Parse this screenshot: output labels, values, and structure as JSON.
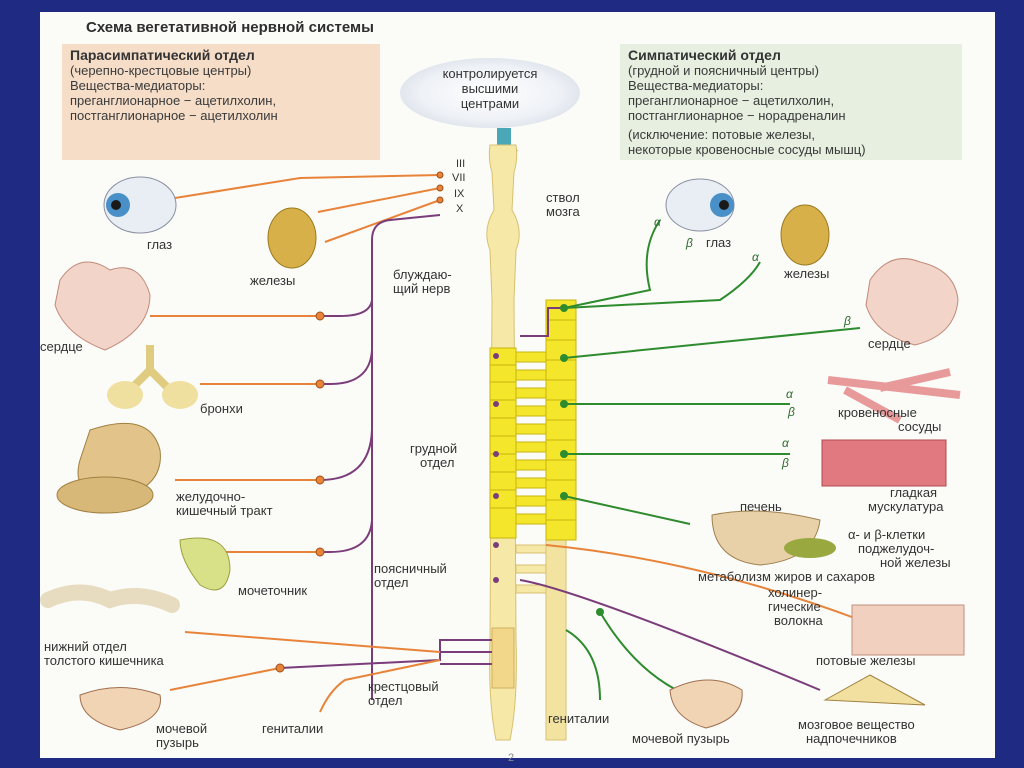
{
  "title": "Схема вегетативной нервной системы",
  "parasympathetic": {
    "heading": "Парасимпатический отдел",
    "centers": "(черепно-крестцовые центры)",
    "mediators_label": "Вещества-медиаторы:",
    "pre": "преганглионарное − ацетилхолин,",
    "post": "постганглионарное − ацетилхолин"
  },
  "sympathetic": {
    "heading": "Симпатический отдел",
    "centers": "(грудной и поясничный центры)",
    "mediators_label": "Вещества-медиаторы:",
    "pre": "преганглионарное − ацетилхолин,",
    "post": "постганглионарное − норадреналин",
    "exception1": "(исключение: потовые железы,",
    "exception2": "некоторые кровеносные сосуды мышц)"
  },
  "control": {
    "line1": "контролируется",
    "line2": "высшими",
    "line3": "центрами"
  },
  "cranial_nerves": [
    "III",
    "VII",
    "IX",
    "X"
  ],
  "spinal_labels": {
    "brainstem1": "ствол",
    "brainstem2": "мозга",
    "vagus1": "блуждаю-",
    "vagus2": "щий нерв",
    "thoracic1": "грудной",
    "thoracic2": "отдел",
    "lumbar1": "поясничный",
    "lumbar2": "отдел",
    "sacral1": "крестцовый",
    "sacral2": "отдел"
  },
  "left_organs": {
    "eye": "глаз",
    "glands": "железы",
    "heart": "сердце",
    "bronchi": "бронхи",
    "gi1": "желудочно-",
    "gi2": "кишечный тракт",
    "ureter": "мочеточник",
    "colon1": "нижний отдел",
    "colon2": "толстого кишечника",
    "bladder1": "мочевой",
    "bladder2": "пузырь",
    "genitals": "гениталии"
  },
  "right_organs": {
    "eye": "глаз",
    "glands": "железы",
    "heart": "сердце",
    "vessels1": "кровеносные",
    "vessels2": "сосуды",
    "smooth1": "гладкая",
    "smooth2": "мускулатура",
    "liver": "печень",
    "pancreas1": "α- и β-клетки",
    "pancreas2": "поджелудоч-",
    "pancreas3": "ной железы",
    "metabolism": "метаболизм жиров и сахаров",
    "cholin1": "холинер-",
    "cholin2": "гические",
    "cholin3": "волокна",
    "sweat": "потовые железы",
    "genitals": "гениталии",
    "bladder": "мочевой пузырь",
    "adrenal1": "мозговое вещество",
    "adrenal2": "надпочечников"
  },
  "receptors": {
    "alpha": "α",
    "beta": "β"
  },
  "colors": {
    "parasympathetic": "#e8843a",
    "vagus": "#7a3d7a",
    "sympathetic": "#2e8b2e",
    "cord": "#f6e9a8",
    "thoracic": "#f4e62a",
    "background": "#1f2a83"
  },
  "footer": "2"
}
